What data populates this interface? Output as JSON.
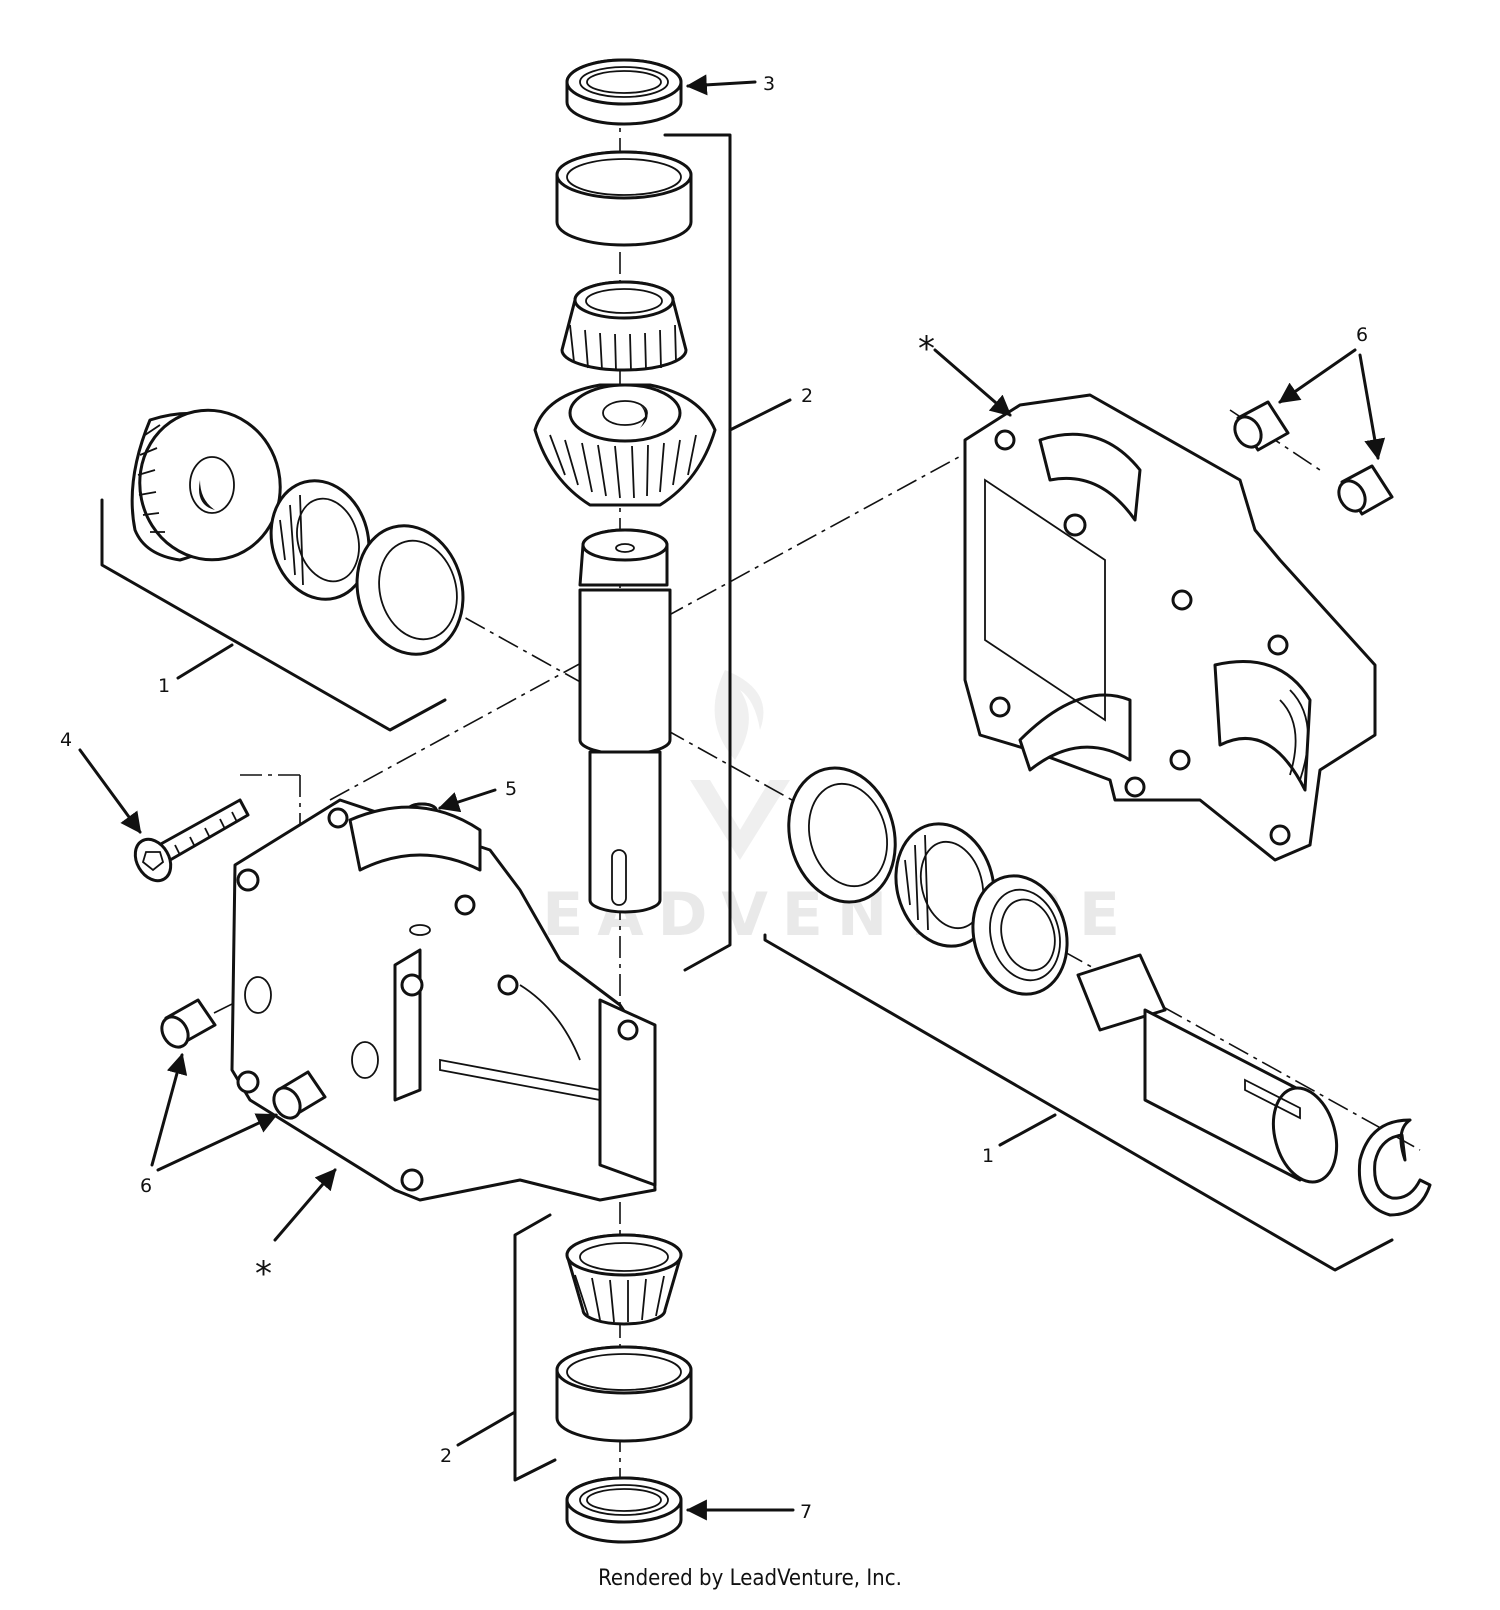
{
  "diagram": {
    "watermark": "LEADVENTURE",
    "footer": "Rendered by LeadVenture, Inc.",
    "callouts": [
      {
        "id": "c3",
        "text": "3"
      },
      {
        "id": "c2top",
        "text": "2"
      },
      {
        "id": "c6right",
        "text": "6"
      },
      {
        "id": "c1left",
        "text": "1"
      },
      {
        "id": "c4",
        "text": "4"
      },
      {
        "id": "c5",
        "text": "5"
      },
      {
        "id": "c6left",
        "text": "6"
      },
      {
        "id": "c1right",
        "text": "1"
      },
      {
        "id": "c2bottom",
        "text": "2"
      },
      {
        "id": "c7",
        "text": "7"
      }
    ],
    "stars": [
      {
        "id": "starTop",
        "text": "*"
      },
      {
        "id": "starBottom",
        "text": "*"
      }
    ]
  }
}
